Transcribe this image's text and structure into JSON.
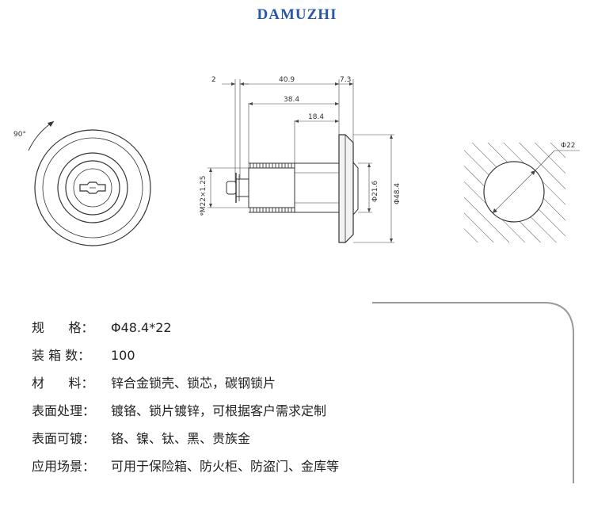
{
  "brand": {
    "name": "DAMUZHI"
  },
  "drawing": {
    "rotation_label": "90°",
    "dims": {
      "d2": "2",
      "d40_9": "40.9",
      "d7_3": "7.3",
      "d38_4": "38.4",
      "d18_4": "18.4",
      "thread": "ᵠM22×1.25",
      "dia21_6": "Φ21.6",
      "dia48_4": "Φ48.4",
      "dia22": "Φ22"
    }
  },
  "specs": [
    {
      "label": "规      格：",
      "value": "Φ48.4*22"
    },
    {
      "label": "装 箱 数：",
      "value": "100"
    },
    {
      "label": "材      料：",
      "value": "锌合金锁壳、锁芯，碳钢锁片"
    },
    {
      "label": "表面处理：",
      "value": "镀铬、锁片镀锌，可根据客户需求定制"
    },
    {
      "label": "表面可镀：",
      "value": "铬、镍、钛、黑、贵族金"
    },
    {
      "label": "应用场景：",
      "value": "可用于保险箱、防火柜、防盗门、金库等"
    }
  ]
}
